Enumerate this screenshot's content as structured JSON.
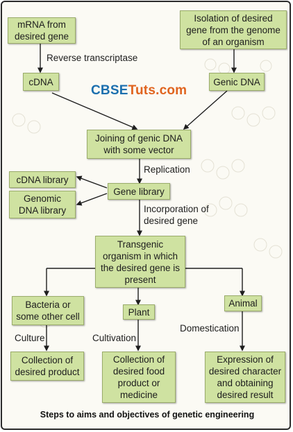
{
  "watermark": {
    "brand_part1": "CBSE",
    "brand_part2": "Tuts.com"
  },
  "boxes": {
    "mrna": "mRNA from desired gene",
    "isolation": "Isolation of desired gene from the genome of an organism",
    "cdna": "cDNA",
    "genic_dna": "Genic DNA",
    "joining": "Joining of genic DNA with some vector",
    "cdna_library": "cDNA library",
    "gene_library": "Gene library",
    "genomic_library": "Genomic DNA library",
    "transgenic": "Transgenic organism in which the desired gene is present",
    "bacteria": "Bacteria or some other cell",
    "plant": "Plant",
    "animal": "Animal",
    "collection_product": "Collection of desired product",
    "collection_food": "Collection of desired food product or medicine",
    "expression": "Expression of desired character and obtaining desired result"
  },
  "labels": {
    "reverse_transcriptase": "Reverse transcriptase",
    "replication": "Replication",
    "incorporation": "Incorporation of desired gene",
    "culture": "Culture",
    "cultivation": "Cultivation",
    "domestication": "Domestication"
  },
  "caption": "Steps to aims and objectives of genetic engineering"
}
